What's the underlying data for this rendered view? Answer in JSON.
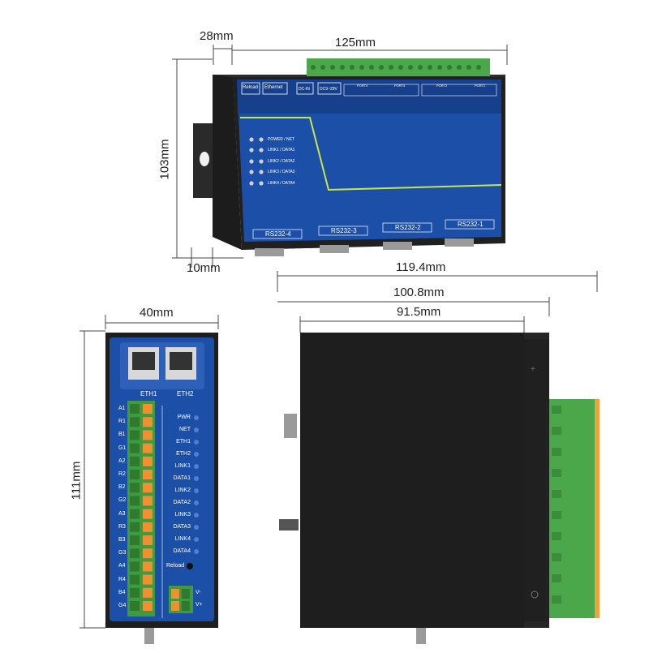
{
  "dimensions": {
    "top_depth": "28mm",
    "top_width": "125mm",
    "top_height": "103mm",
    "top_bottom": "10mm",
    "front_width": "40mm",
    "front_height": "111mm",
    "side_total": "119.4mm",
    "side_body": "100.8mm",
    "side_inner": "91.5mm"
  },
  "top_view": {
    "buttons": [
      "Reload",
      "Ethernet"
    ],
    "dc_in": "DC-IN",
    "dc_range": "DC9~28V",
    "port_headers": [
      "PORT4",
      "PORT3",
      "PORT2",
      "PORT1"
    ],
    "leds": [
      "POWER / NET",
      "LINK1 / DATA1",
      "LINK2 / DATA2",
      "LINK3 / DATA3",
      "LINK4 / DATA4"
    ],
    "serial_ports": [
      "RS232-4",
      "RS232-3",
      "RS232-2",
      "RS232-1"
    ]
  },
  "front_view": {
    "eth_ports": [
      "ETH1",
      "ETH2"
    ],
    "terminals": [
      "A1",
      "R1",
      "B1",
      "G1",
      "A2",
      "R2",
      "B2",
      "G2",
      "A3",
      "R3",
      "B3",
      "G3",
      "A4",
      "R4",
      "B4",
      "G4"
    ],
    "status_leds": [
      "PWR",
      "NET",
      "ETH1",
      "ETH2",
      "LINK1",
      "DATA1",
      "LINK2",
      "DATA2",
      "LINK3",
      "DATA3",
      "LINK4",
      "DATA4"
    ],
    "reload_label": "Reload",
    "power_terminals": [
      "V-",
      "V+"
    ]
  },
  "colors": {
    "panel_blue": "#1b4fa8",
    "body_black": "#1e1e1e",
    "terminal_green": "#49a84a",
    "dim_line": "#444444"
  }
}
